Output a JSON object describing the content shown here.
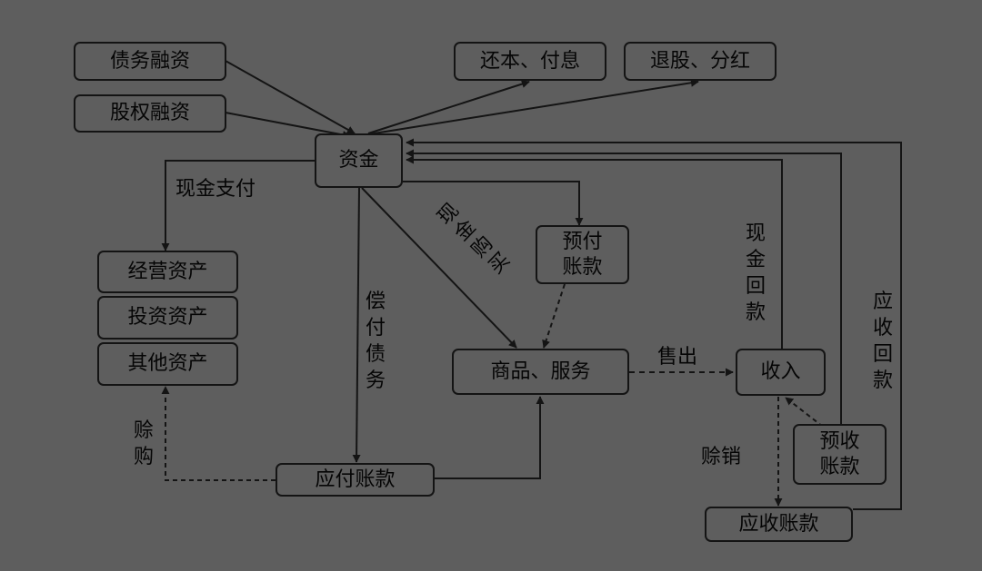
{
  "nodes": {
    "debt_financing": "债务融资",
    "equity_financing": "股权融资",
    "repay_principal_interest": "还本、付息",
    "buyback_dividend": "退股、分红",
    "funds": "资金",
    "operating_assets": "经营资产",
    "investment_assets": "投资资产",
    "other_assets": "其他资产",
    "prepayments": "预付\n账款",
    "goods_services": "商品、服务",
    "revenue": "收入",
    "advance_receipts": "预收\n账款",
    "accounts_payable": "应付账款",
    "accounts_receivable": "应收账款"
  },
  "edge_labels": {
    "cash_payment": "现金支付",
    "cash_purchase": "现金购买",
    "repay_debt": "偿付债务",
    "cash_collection": "现金回款",
    "receivable_collection": "应收回款",
    "sell": "售出",
    "credit_purchase": "赊购",
    "credit_sale": "赊销"
  },
  "colors": {
    "background": "#5e5e5e",
    "stroke": "#141414",
    "text": "#050505"
  }
}
